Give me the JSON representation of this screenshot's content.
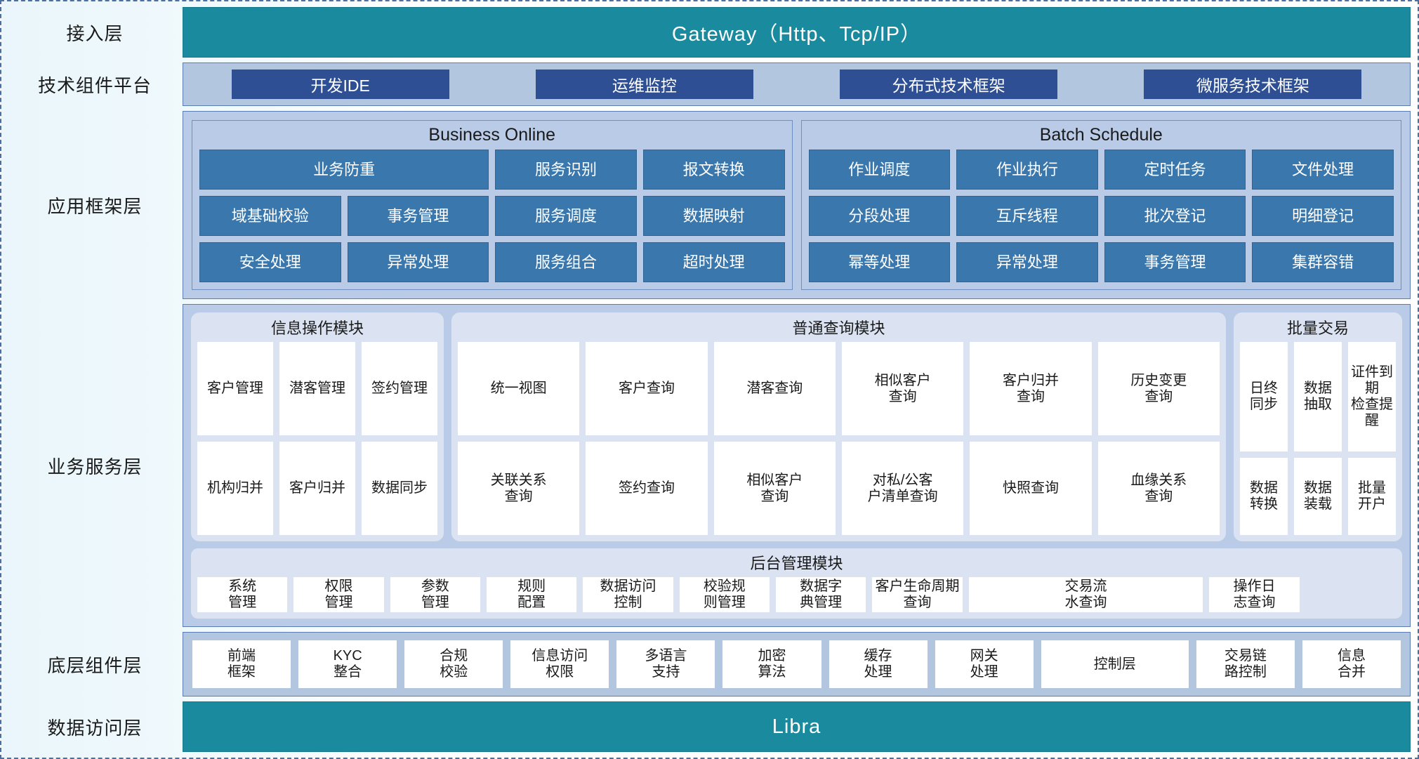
{
  "diagram": {
    "title": "分层架构图",
    "colors": {
      "teal": "#1a8a9e",
      "dark_blue": "#2e4f94",
      "mid_blue": "#3a77ad",
      "panel_blue": "#b9cbe6",
      "module_bg": "#dbe3f2",
      "border": "#5b7cb0"
    }
  },
  "layers": {
    "access": {
      "label": "接入层",
      "bar_text": "Gateway（Http、Tcp/IP）"
    },
    "tech_platform": {
      "label": "技术组件平台",
      "buttons": [
        {
          "label": "开发IDE"
        },
        {
          "label": "运维监控"
        },
        {
          "label": "分布式技术框架"
        },
        {
          "label": "微服务技术框架"
        }
      ]
    },
    "app_framework": {
      "label": "应用框架层",
      "panels": [
        {
          "title": "Business Online",
          "cells": [
            {
              "label": "业务防重",
              "span": 2
            },
            {
              "label": "服务识别",
              "span": 1
            },
            {
              "label": "报文转换",
              "span": 1
            },
            {
              "label": "域基础校验",
              "span": 1
            },
            {
              "label": "事务管理",
              "span": 1
            },
            {
              "label": "服务调度",
              "span": 1
            },
            {
              "label": "数据映射",
              "span": 1
            },
            {
              "label": "安全处理",
              "span": 1
            },
            {
              "label": "异常处理",
              "span": 1
            },
            {
              "label": "服务组合",
              "span": 1
            },
            {
              "label": "超时处理",
              "span": 1
            }
          ]
        },
        {
          "title": "Batch Schedule",
          "cells": [
            {
              "label": "作业调度",
              "span": 1
            },
            {
              "label": "作业执行",
              "span": 1
            },
            {
              "label": "定时任务",
              "span": 1
            },
            {
              "label": "文件处理",
              "span": 1
            },
            {
              "label": "分段处理",
              "span": 1
            },
            {
              "label": "互斥线程",
              "span": 1
            },
            {
              "label": "批次登记",
              "span": 1
            },
            {
              "label": "明细登记",
              "span": 1
            },
            {
              "label": "幂等处理",
              "span": 1
            },
            {
              "label": "异常处理",
              "span": 1
            },
            {
              "label": "事务管理",
              "span": 1
            },
            {
              "label": "集群容错",
              "span": 1
            }
          ]
        }
      ]
    },
    "business_service": {
      "label": "业务服务层",
      "modules": [
        {
          "title": "信息操作模块",
          "columns": 3,
          "cells": [
            "客户管理",
            "潜客管理",
            "签约管理",
            "机构归并",
            "客户归并",
            "数据同步"
          ]
        },
        {
          "title": "普通查询模块",
          "columns": 6,
          "cells": [
            "统一视图",
            "客户查询",
            "潜客查询",
            "相似客户\n查询",
            "客户归并\n查询",
            "历史变更\n查询",
            "关联关系\n查询",
            "签约查询",
            "相似客户\n查询",
            "对私/公客\n户清单查询",
            "快照查询",
            "血缘关系\n查询"
          ]
        },
        {
          "title": "批量交易",
          "columns": 3,
          "cells": [
            "日终\n同步",
            "数据\n抽取",
            "证件到期\n检查提醒",
            "数据\n转换",
            "数据\n装载",
            "批量\n开户"
          ]
        }
      ],
      "admin_module": {
        "title": "后台管理模块",
        "cells": [
          "系统\n管理",
          "权限\n管理",
          "参数\n管理",
          "规则\n配置",
          "数据访问\n控制",
          "校验规\n则管理",
          "数据字\n典管理",
          "客户生命周期查询",
          "交易流\n水查询",
          "操作日\n志查询"
        ]
      }
    },
    "bottom_component": {
      "label": "底层组件层",
      "cells": [
        "前端\n框架",
        "KYC\n整合",
        "合规\n校验",
        "信息访问\n权限",
        "多语言\n支持",
        "加密\n算法",
        "缓存\n处理",
        "网关\n处理",
        "控制层",
        "交易链\n路控制",
        "信息\n合并"
      ]
    },
    "data_access": {
      "label": "数据访问层",
      "bar_text": "Libra"
    }
  }
}
